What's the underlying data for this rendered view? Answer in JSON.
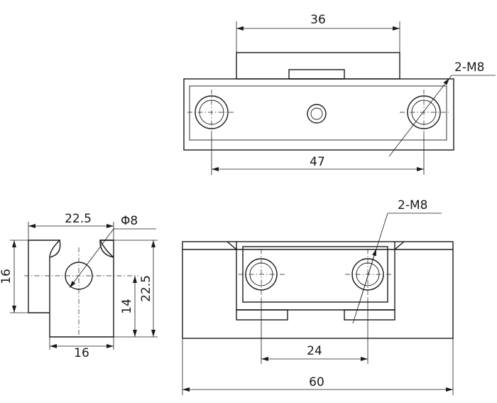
{
  "views": {
    "top": {
      "width_label": "36",
      "hole_spacing_label": "47",
      "thread_label": "2-M8"
    },
    "side": {
      "width_label": "22.5",
      "height_label": "16",
      "hole_label": "Φ8",
      "center_height_label": "14",
      "total_height_label": "22.5",
      "base_width_label": "16"
    },
    "front": {
      "thread_label": "2-M8",
      "hole_spacing_label": "24",
      "total_length_label": "60"
    }
  }
}
